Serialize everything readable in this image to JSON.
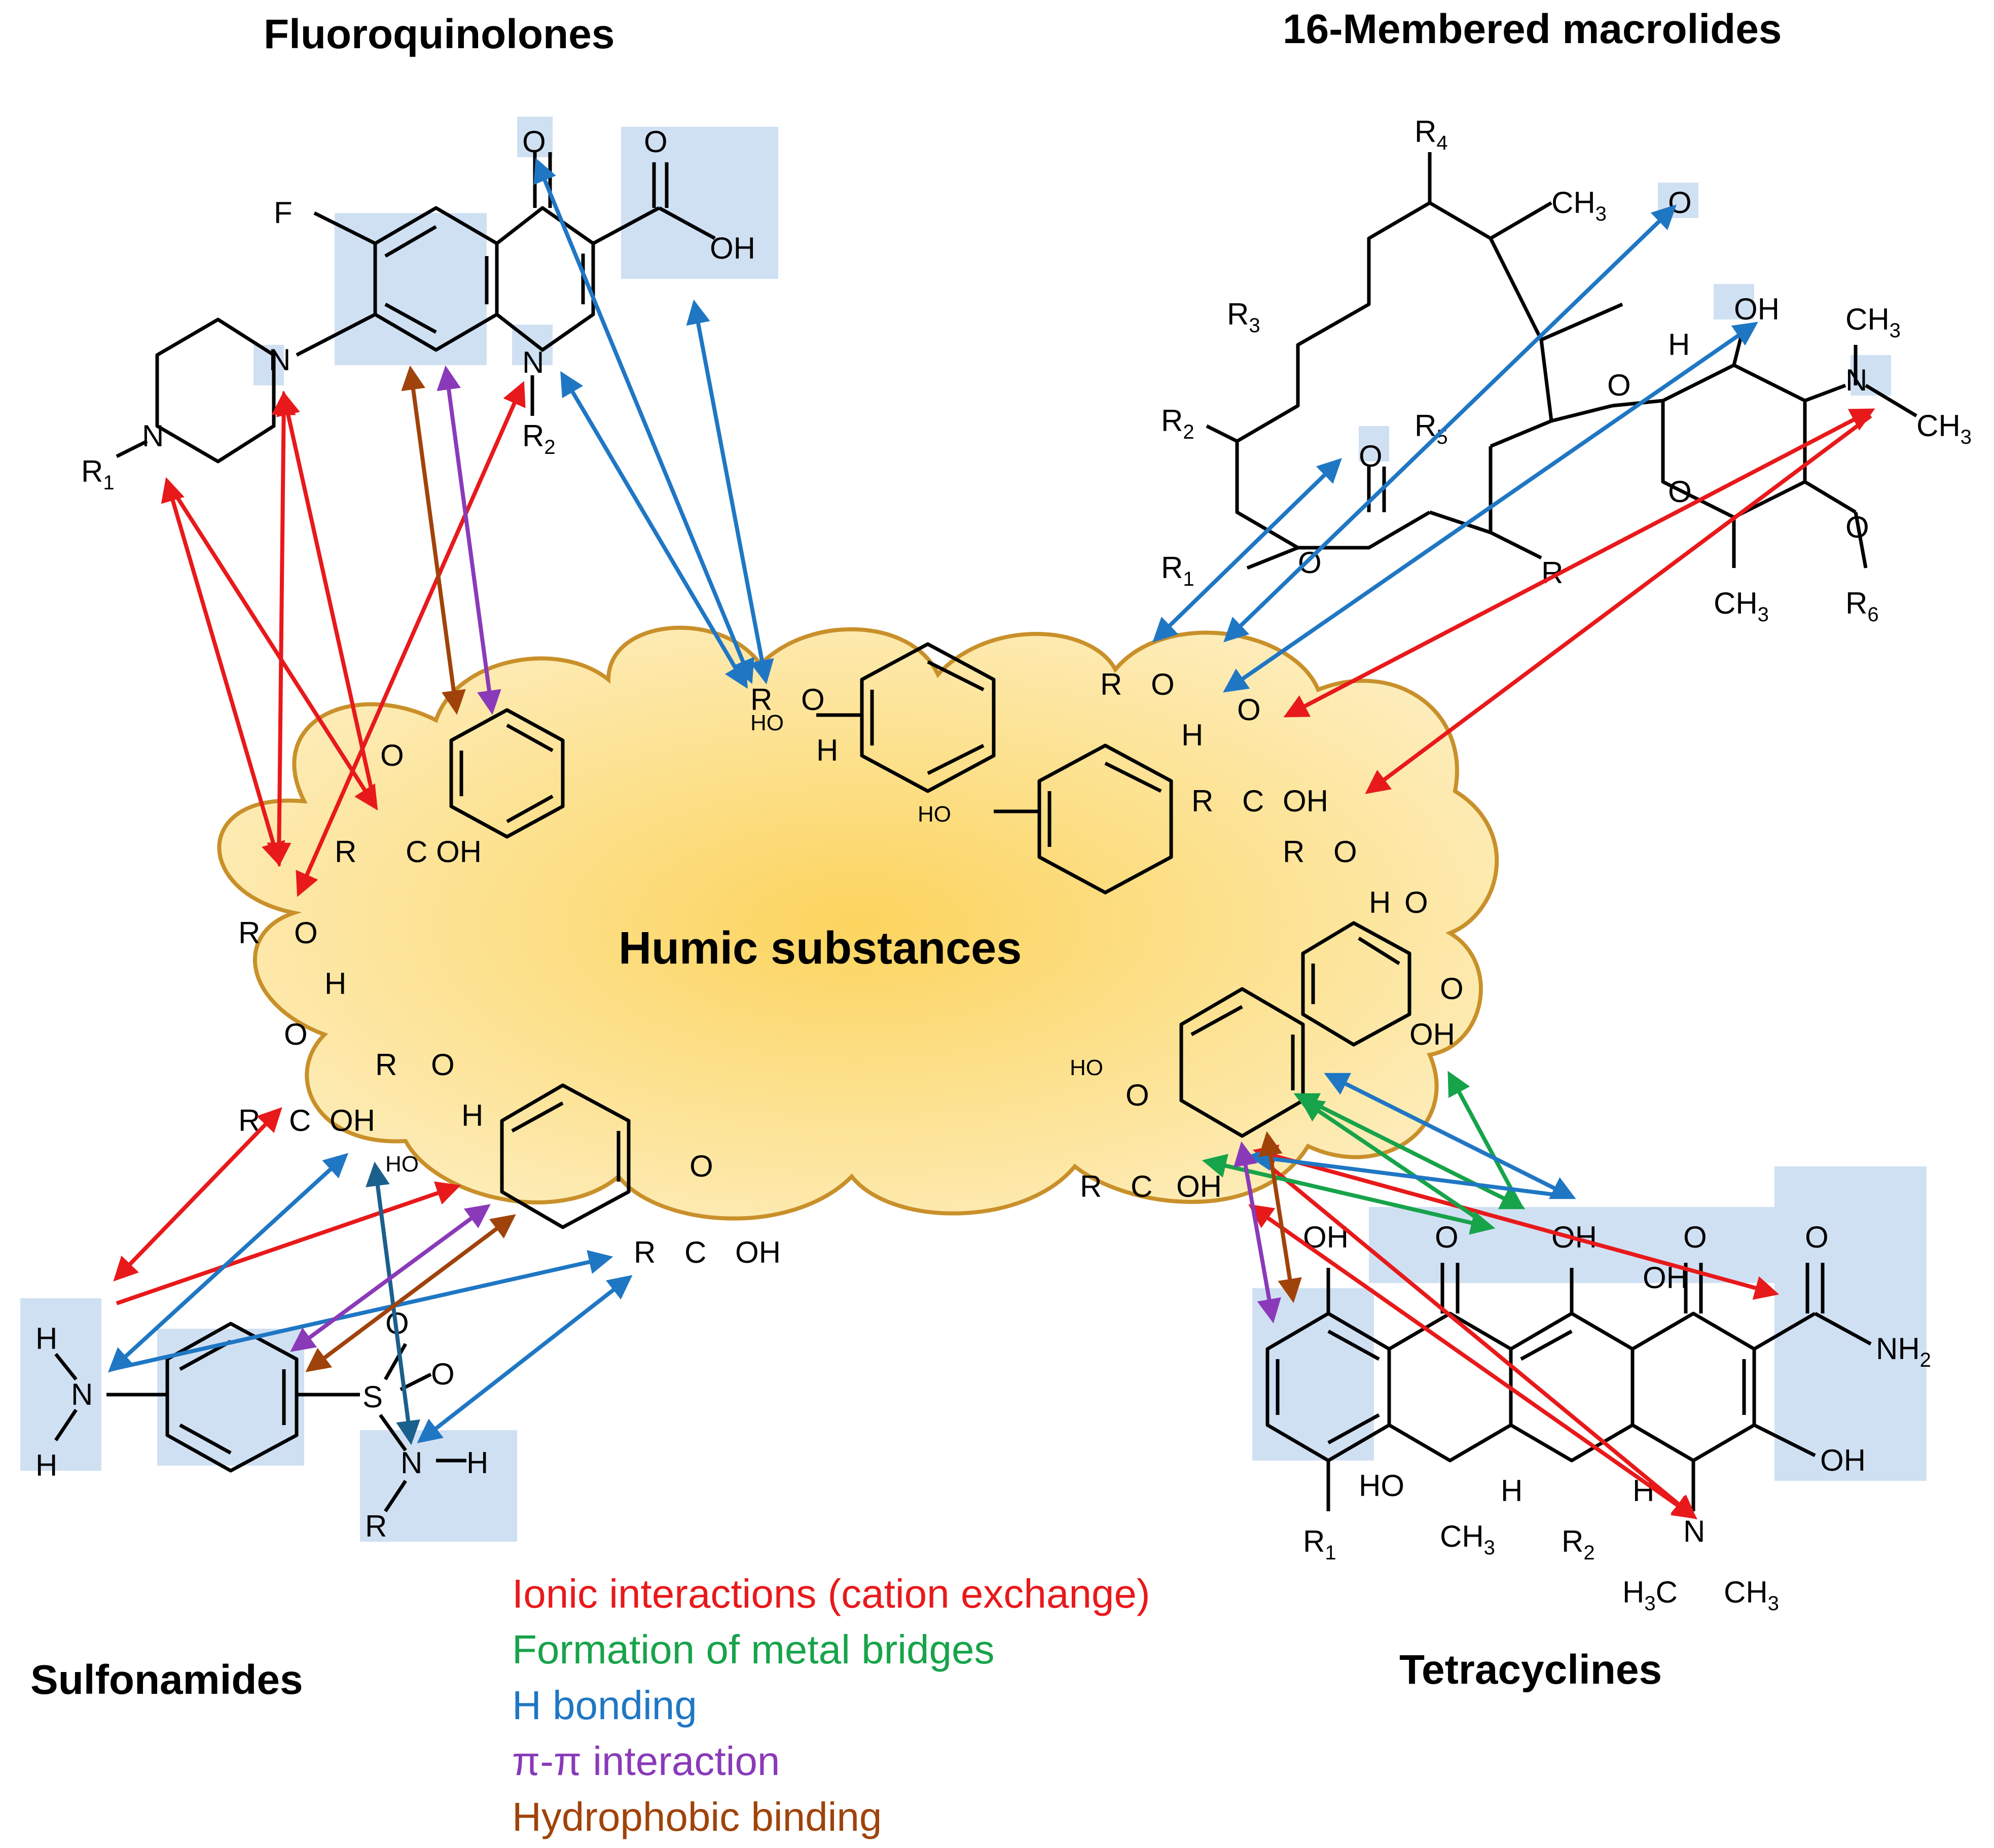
{
  "headings": {
    "fluoroquinolones": "Fluoroquinolones",
    "macrolides": "16-Membered macrolides",
    "sulfonamides": "Sulfonamides",
    "tetracyclines": "Tetracyclines",
    "humic": "Humic substances"
  },
  "legend": [
    {
      "label": "Ionic interactions (cation exchange)",
      "color": "#e8191b"
    },
    {
      "label": "Formation of metal bridges",
      "color": "#17a34a"
    },
    {
      "label": "H bonding",
      "color": "#1f77c4"
    },
    {
      "label": "π-π interaction",
      "color": "#8a3ab9"
    },
    {
      "label": "Hydrophobic binding",
      "color": "#a0430a"
    }
  ],
  "colors": {
    "ionic": "#e8191b",
    "metal": "#17a34a",
    "hbond": "#1f77c4",
    "pipi": "#8a3ab9",
    "hydrophobic": "#a0430a",
    "hbond_dark": "#1b5f8c",
    "cloud_fill": "#fde7a8",
    "cloud_center": "#fcd25a",
    "cloud_stroke": "#c9902a",
    "highlight": "#bcd3ee"
  }
}
